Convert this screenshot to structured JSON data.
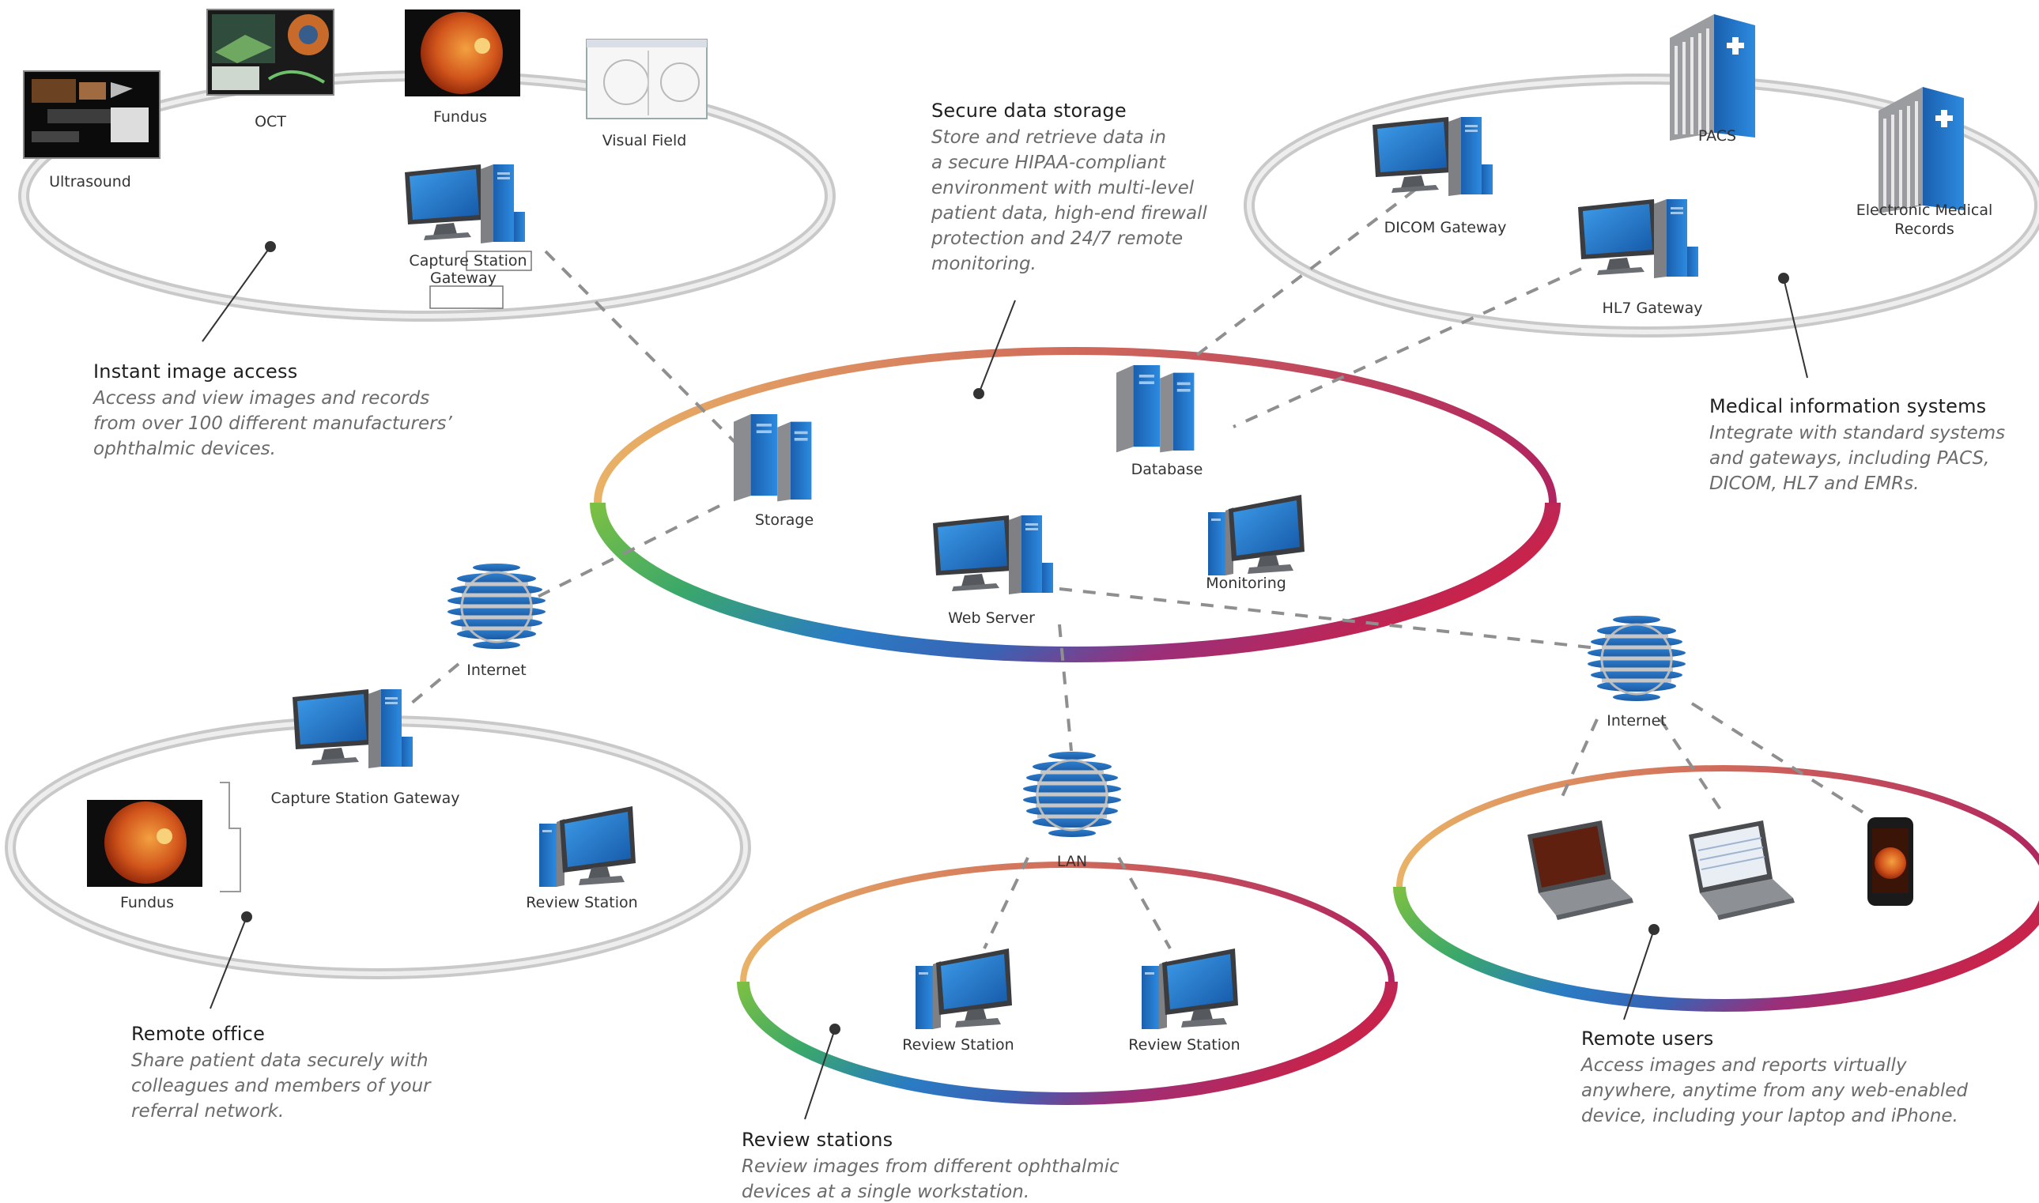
{
  "colors": {
    "ring_gray": "#dedede",
    "ring_gray_edge": "#c4c4c4",
    "spectrum": [
      "#e9b266",
      "#7cc043",
      "#27a3a6",
      "#2a7bc4",
      "#8a3d8f",
      "#b0245f",
      "#c8234a"
    ],
    "server_blue": "#1f72c8",
    "monitor_screen": "#2b86d8",
    "dash": "#8f8f8f"
  },
  "devices": {
    "ultrasound": "Ultrasound",
    "oct": "OCT",
    "fundus_top": "Fundus",
    "visual_field": "Visual Field",
    "capture_station_top_line1": "Capture Station",
    "capture_station_top_line2": "Gateway",
    "pacs": "PACS",
    "dicom_gateway": "DICOM Gateway",
    "emr_line1": "Electronic Medical",
    "emr_line2": "Records",
    "hl7_gateway": "HL7 Gateway",
    "database": "Database",
    "storage": "Storage",
    "web_server": "Web Server",
    "monitoring": "Monitoring",
    "internet_left": "Internet",
    "internet_right": "Internet",
    "lan": "LAN",
    "capture_station_gateway": "Capture Station Gateway",
    "fundus_remote": "Fundus",
    "review_station_remote": "Review Station",
    "review_station_a": "Review Station",
    "review_station_b": "Review Station"
  },
  "captions": {
    "instant": {
      "title": "Instant image access",
      "lines": [
        "Access and view images and records",
        "from over 100 different manufacturers’",
        "ophthalmic devices."
      ]
    },
    "secure": {
      "title": "Secure data storage",
      "lines": [
        "Store and retrieve data in",
        "a secure HIPAA-compliant",
        "environment with multi-level",
        "patient data, high-end firewall",
        "protection and 24/7 remote",
        "monitoring."
      ]
    },
    "medical": {
      "title": "Medical information systems",
      "lines": [
        "Integrate with standard systems",
        "and gateways, including PACS,",
        "DICOM, HL7 and EMRs."
      ]
    },
    "remote_office": {
      "title": "Remote office",
      "lines": [
        "Share patient data securely with",
        "colleagues and members of your",
        "referral network."
      ]
    },
    "review": {
      "title": "Review stations",
      "lines": [
        "Review images from different ophthalmic",
        "devices at a single workstation."
      ]
    },
    "remote_users": {
      "title": "Remote users",
      "lines": [
        "Access images and reports virtually",
        "anywhere, anytime from any web-enabled",
        "device, including your laptop and iPhone."
      ]
    }
  }
}
